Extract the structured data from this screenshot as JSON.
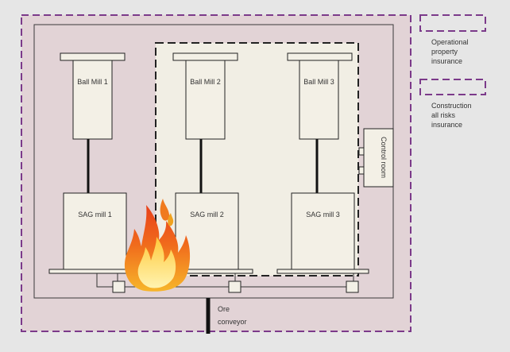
{
  "colors": {
    "background": "#e6e6e6",
    "operational_zone": "#e2d3d6",
    "building_wall": "#3a3a3a",
    "construction_zone": "#f1eee4",
    "equipment_fill": "#f3f0e6",
    "dash_purple": "#7b3a8a",
    "dash_black": "#222222",
    "line": "#1a1a1a"
  },
  "equipment": {
    "ball_mills": [
      "Ball Mill 1",
      "Ball Mill 2",
      "Ball Mill 3"
    ],
    "sag_mills": [
      "SAG mill 1",
      "SAG mill 2",
      "SAG mill 3"
    ],
    "control_room": "Control room",
    "conveyor": [
      "Ore",
      "conveyor"
    ]
  },
  "legend": {
    "operational": [
      "Operational",
      "property",
      "insurance"
    ],
    "construction": [
      "Construction",
      "all risks",
      "insurance"
    ]
  },
  "icons": [
    "fire-icon"
  ]
}
